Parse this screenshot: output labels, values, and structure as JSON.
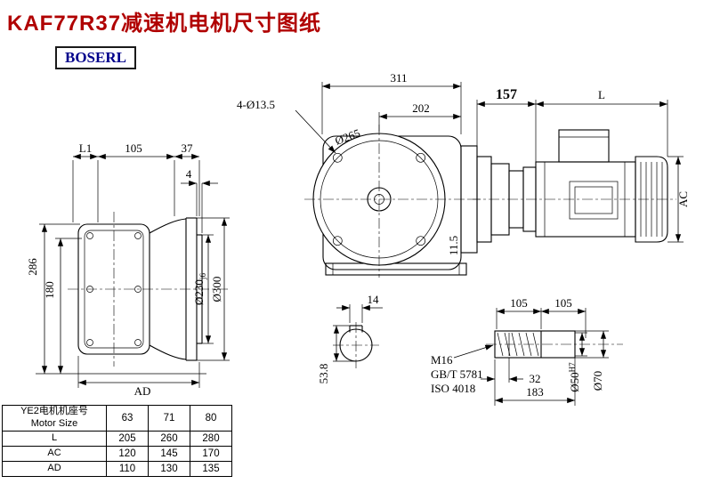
{
  "page": {
    "title": "KAF77R37减速机电机尺寸图纸",
    "logo": "BOSERL"
  },
  "front": {
    "d311": "311",
    "d202": "202",
    "holes": "4-Ø13.5",
    "bcd": "Ø265",
    "d115": "11.5"
  },
  "motor": {
    "d157": "157",
    "dL": "L",
    "dAC": "AC"
  },
  "left": {
    "dL1": "L1",
    "d105": "105",
    "d37": "37",
    "d4": "4",
    "d286": "286",
    "d180": "180",
    "d230": "Ø230",
    "d230t": "j6",
    "d300": "Ø300",
    "dAD": "AD"
  },
  "shaft_end": {
    "d14": "14",
    "d538": "53.8"
  },
  "shaft_side": {
    "d105a": "105",
    "d105b": "105",
    "m16": "M16",
    "gbt": "GB/T 5781",
    "iso": "ISO 4018",
    "d32": "32",
    "d183": "183",
    "d50": "Ø50",
    "d50t": "H7",
    "d70": "Ø70"
  },
  "table": {
    "motor_size_cn": "YE2电机机座号",
    "motor_size_en": "Motor Size",
    "columns": [
      "63",
      "71",
      "80"
    ],
    "rows": [
      {
        "label": "L",
        "values": [
          "205",
          "260",
          "280"
        ]
      },
      {
        "label": "AC",
        "values": [
          "120",
          "145",
          "170"
        ]
      },
      {
        "label": "AD",
        "values": [
          "110",
          "130",
          "135"
        ]
      }
    ]
  }
}
